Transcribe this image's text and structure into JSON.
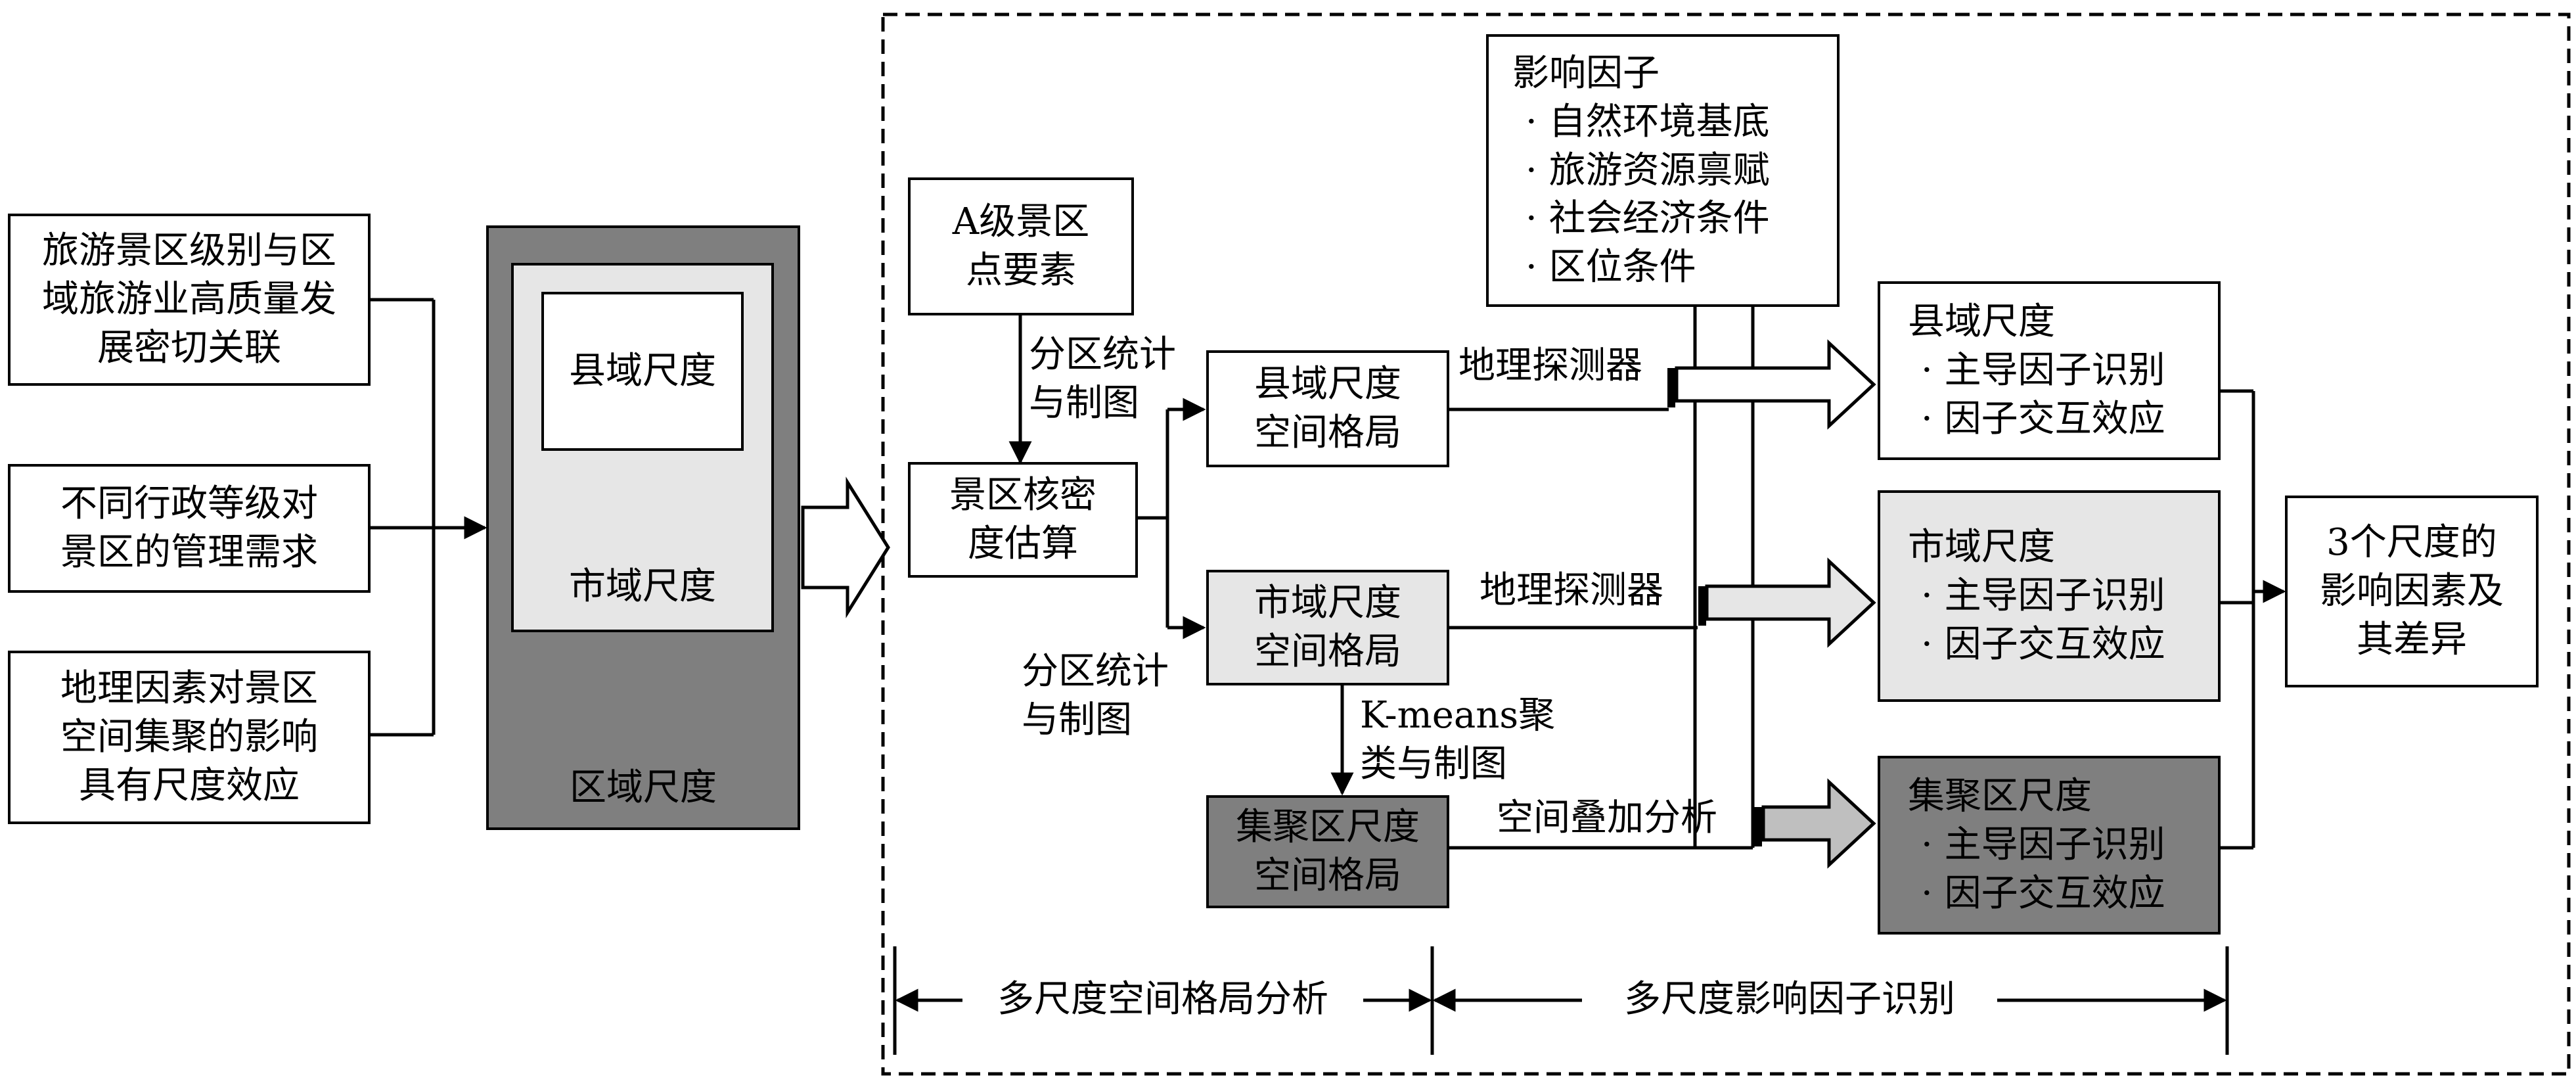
{
  "left_column": {
    "box1": [
      "旅游景区级别与区",
      "域旅游业高质量发",
      "展密切关联"
    ],
    "box2": [
      "不同行政等级对",
      "景区的管理需求"
    ],
    "box3": [
      "地理因素对景区",
      "空间集聚的影响",
      "具有尺度效应"
    ]
  },
  "scale_nesting": {
    "county": "县域尺度",
    "city": "市域尺度",
    "region": "区域尺度"
  },
  "input": {
    "a_level_points": [
      "A级景区",
      "点要素"
    ]
  },
  "kde": [
    "景区核密",
    "度估算"
  ],
  "method_zonal_top": [
    "分区统计",
    "与制图"
  ],
  "method_zonal_bottom": [
    "分区统计",
    "与制图"
  ],
  "method_kmeans": [
    "K-means聚",
    "类与制图"
  ],
  "patterns": {
    "county": [
      "县域尺度",
      "空间格局"
    ],
    "city": [
      "市域尺度",
      "空间格局"
    ],
    "cluster": [
      "集聚区尺度",
      "空间格局"
    ]
  },
  "factors": {
    "title": "影响因子",
    "items": [
      "· 自然环境基底",
      "· 旅游资源禀赋",
      "· 社会经济条件",
      "· 区位条件"
    ]
  },
  "methods": {
    "geodetector_1": "地理探测器",
    "geodetector_2": "地理探测器",
    "overlay": "空间叠加分析"
  },
  "results": {
    "county": {
      "title": "县域尺度",
      "items": [
        "· 主导因子识别",
        "· 因子交互效应"
      ]
    },
    "city": {
      "title": "市域尺度",
      "items": [
        "· 主导因子识别",
        "· 因子交互效应"
      ]
    },
    "cluster": {
      "title": "集聚区尺度",
      "items": [
        "· 主导因子识别",
        "· 因子交互效应"
      ]
    }
  },
  "final": [
    "3个尺度的",
    "影响因素及",
    "其差异"
  ],
  "bottom": {
    "left_span": "多尺度空间格局分析",
    "right_span": "多尺度影响因子识别"
  },
  "colors": {
    "light_gray": "#e6e6e6",
    "mid_gray": "#bfbfbf",
    "dark_gray": "#7f7f7f",
    "line": "#000000"
  }
}
